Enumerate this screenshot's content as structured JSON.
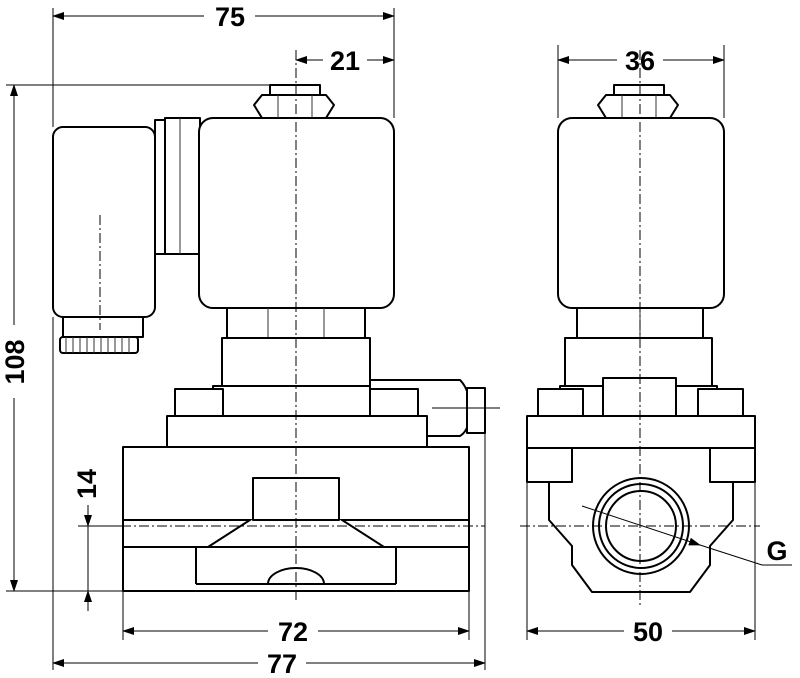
{
  "dimensions": {
    "top_width": "75",
    "offset_right": "21",
    "side_width": "36",
    "height": "108",
    "inlet_height": "14",
    "body_width": "72",
    "overall_width": "77",
    "side_body_width": "50",
    "thread": "G"
  },
  "colors": {
    "line": "#000000",
    "body_fill": "#ffffff",
    "shade_fill": "#e9e9e9"
  }
}
